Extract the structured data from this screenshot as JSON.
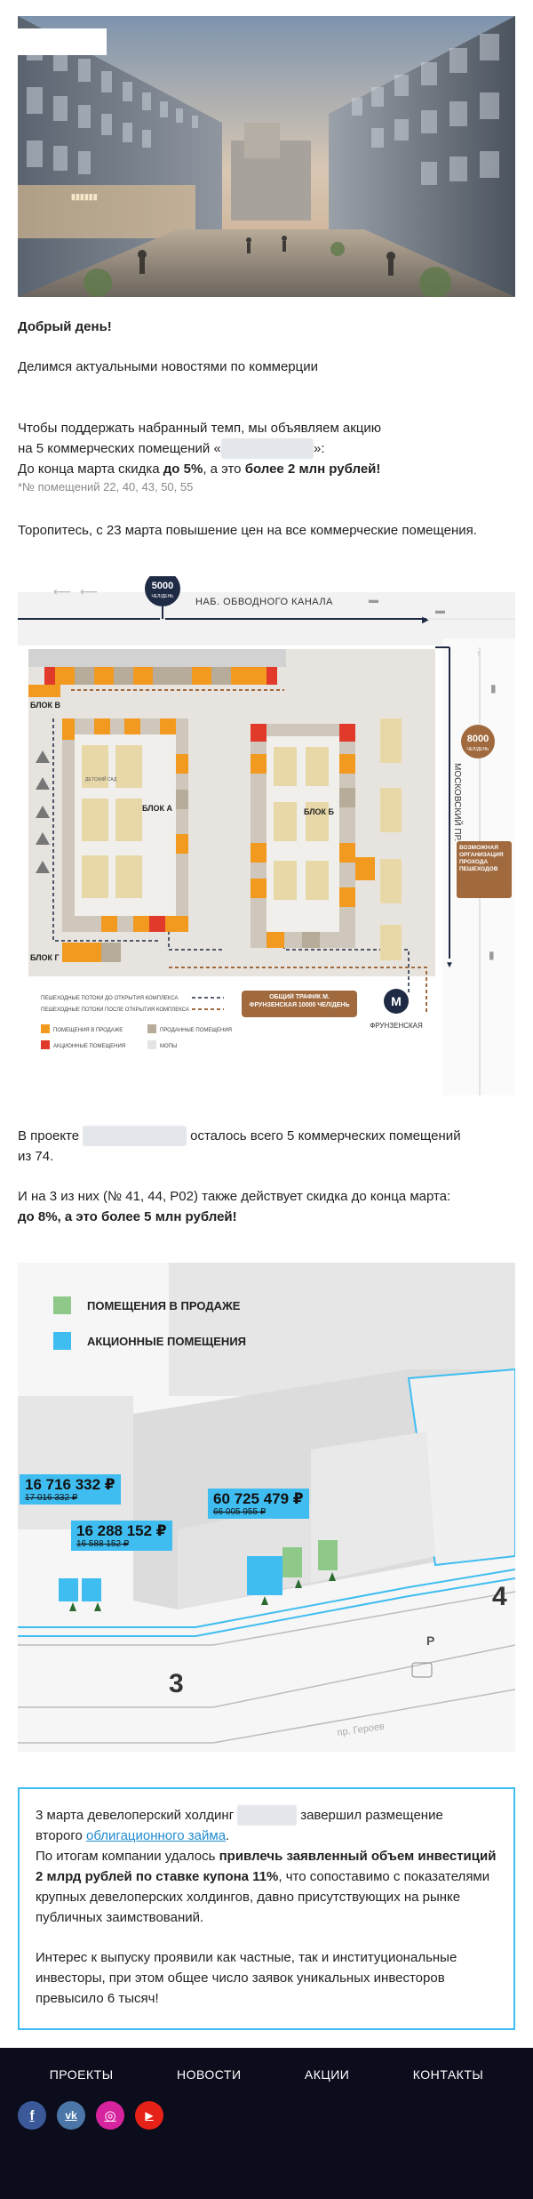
{
  "hero": {
    "alt_note": ""
  },
  "greeting": "Добрый день!",
  "intro": "Делимся актуальными новостями по коммерции",
  "promo": {
    "line1": "Чтобы поддержать набранный темп, мы объявляем акцию",
    "line2_prefix": "на 5 коммерческих помещений «",
    "line2_suffix": "»:",
    "line3_prefix": "До конца марта скидка ",
    "line3_bold1": "до 5%",
    "line3_mid": ", а это ",
    "line3_bold2": "более 2 млн рублей!",
    "note": "*№ помещений 22, 40, 43, 50, 55"
  },
  "hurry": "Торопитесь, с 23 марта повышение цен на все коммерческие помещения.",
  "plan1": {
    "flow_top": "5000",
    "flow_top_unit": "ЧЕЛ/ДЕНЬ",
    "canal": "НАБ. ОБВОДНОГО КАНАЛА",
    "flow_right": "8000",
    "flow_right_unit": "ЧЕЛ/ДЕНЬ",
    "prospect": "МОСКОВСКИЙ ПР.",
    "block_v": "БЛОК В",
    "block_a": "БЛОК А",
    "block_b": "БЛОК Б",
    "block_g": "БЛОК Г",
    "kids": "ДЕТСКИЙ САД",
    "possible": "ВОЗМОЖНАЯ ОРГАНИЗАЦИЯ ПРОХОДА ПЕШЕХОДОВ",
    "metro_traffic": "ОБЩИЙ ТРАФИК М. ФРУНЗЕНСКАЯ 10000 ЧЕЛ/ДЕНЬ",
    "metro": "ФРУНЗЕНСКАЯ",
    "legend_flow_before": "ПЕШЕХОДНЫЕ ПОТОКИ ДО ОТКРЫТИЯ КОМПЛЕКСА",
    "legend_flow_after": "ПЕШЕХОДНЫЕ ПОТОКИ ПОСЛЕ ОТКРЫТИЯ КОМПЛЕКСА",
    "legend_sale": "ПОМЕЩЕНИЯ В ПРОДАЖЕ",
    "legend_promo": "АКЦИОННЫЕ ПОМЕЩЕНИЯ",
    "legend_sold": "ПРОДАННЫЕ ПОМЕЩЕНИЯ",
    "legend_mop": "МОПЫ",
    "colors": {
      "sale": "#f29a1f",
      "promo": "#e23a2a",
      "sold": "#b7ab99",
      "mop": "#e4e4e4",
      "flow": "#a06a3e"
    }
  },
  "project": {
    "prefix": "В проекте ",
    "suffix": " осталось всего 5 коммерческих помещений",
    "line2": "из 74.",
    "line3": "И на 3 из них (№ 41, 44, Р02) также действует скидка до конца марта:",
    "line4": "до 8%, а это более 5 млн рублей!"
  },
  "plan2": {
    "legend_sale": "ПОМЕЩЕНИЯ В ПРОДАЖЕ",
    "legend_promo": "АКЦИОННЫЕ ПОМЕЩЕНИЯ",
    "tags": [
      {
        "new": "16 716 332 ₽",
        "old": "17 016 332 ₽"
      },
      {
        "new": "16 288 152 ₽",
        "old": "16 588 152 ₽"
      },
      {
        "new": "60 725 479 ₽",
        "old": "66 005 955 ₽"
      }
    ],
    "num3": "3",
    "num4": "4",
    "road_p": "Р",
    "street": "пр. Героев",
    "colors": {
      "sale": "#8fc98a",
      "promo": "#3fbdf0"
    }
  },
  "news": {
    "l1_prefix": "3 марта девелоперский холдинг ",
    "l1_suffix": " завершил размещение",
    "l2_prefix": "второго ",
    "l2_link": "облигационного займа",
    "l2_suffix": ".",
    "l3_prefix": "По итогам компании удалось ",
    "l3_bold": "привлечь заявленный объем инвестиций 2 млрд рублей по ставке купона 11%",
    "l3_suffix": ", что сопоставимо с показателями крупных девелоперских холдингов, давно присутствующих на рынке публичных заимствований.",
    "p2": "Интерес к выпуску проявили как частные, так и институциональные инвесторы, при этом общее число заявок уникальных инвесторов превысило 6 тысяч!"
  },
  "footer": {
    "nav": [
      "ПРОЕКТЫ",
      "НОВОСТИ",
      "АКЦИИ",
      "КОНТАКТЫ"
    ],
    "socials": [
      {
        "icon": "facebook-icon",
        "glyph": "f",
        "color": "#3b5998"
      },
      {
        "icon": "vk-icon",
        "glyph": "vk",
        "color": "#4a76a8"
      },
      {
        "icon": "instagram-icon",
        "glyph": "◎",
        "color": "#d6249f"
      },
      {
        "icon": "youtube-icon",
        "glyph": "▶",
        "color": "#e62117"
      }
    ]
  }
}
